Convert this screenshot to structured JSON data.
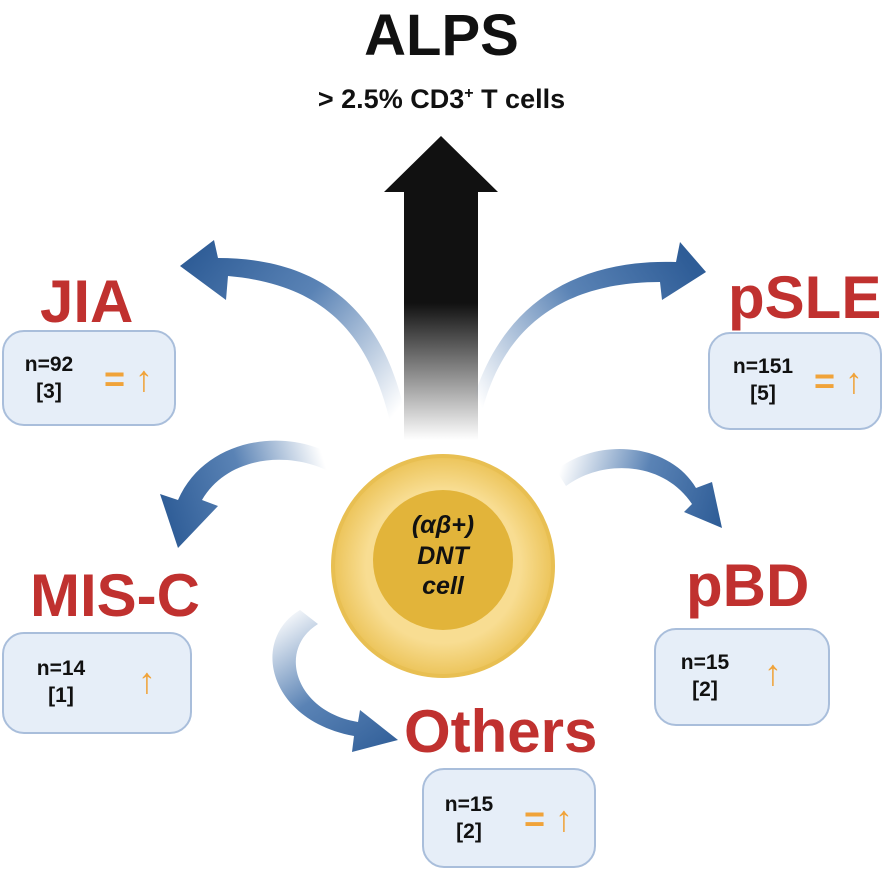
{
  "header": {
    "title": "ALPS",
    "subtitle_main": "> 2.5% CD3",
    "subtitle_sup": "+",
    "subtitle_tail": " T cells"
  },
  "cell": {
    "line1": "(αβ+)",
    "line2": "DNT",
    "line3": "cell"
  },
  "diseases": {
    "jia": {
      "label": "JIA",
      "n": "n=92",
      "ref": "[3]",
      "symbol": "= ↑"
    },
    "psle": {
      "label": "pSLE",
      "n": "n=151",
      "ref": "[5]",
      "symbol": "= ↑"
    },
    "misc": {
      "label": "MIS-C",
      "n": "n=14",
      "ref": "[1]",
      "symbol": "↑"
    },
    "pbd": {
      "label": "pBD",
      "n": "n=15",
      "ref": "[2]",
      "symbol": "↑"
    },
    "others": {
      "label": "Others",
      "n": "n=15",
      "ref": "[2]",
      "symbol": "= ↑"
    }
  },
  "colors": {
    "label_red": "#c0312f",
    "arrow_blue": "#3d6da8",
    "box_fill": "#e6eef8",
    "box_border": "#a9bedb",
    "symbol_orange": "#f0a33a",
    "cell_outer": "#f6d98a",
    "cell_inner": "#e5b73a"
  }
}
